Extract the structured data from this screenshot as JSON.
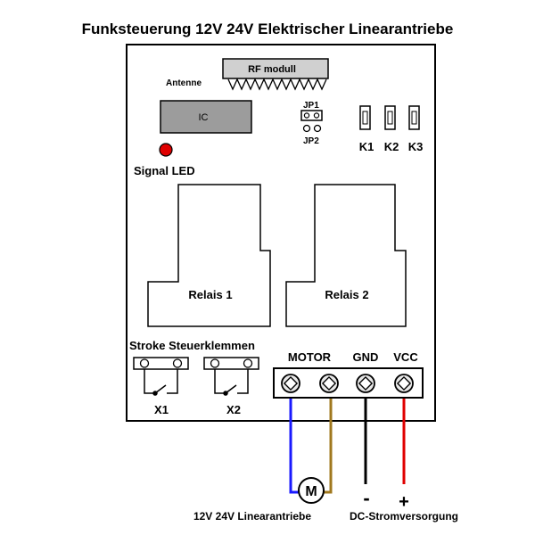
{
  "title": "Funksteuerung 12V 24V Elektrischer Linearantriebe",
  "board": {
    "rf_module_label": "RF modull",
    "antenna_label": "Antenne",
    "ic_label": "IC",
    "jp1_label": "JP1",
    "jp2_label": "JP2",
    "signal_led_label": "Signal LED",
    "buttons": [
      "K1",
      "K2",
      "K3"
    ],
    "relay1_label": "Relais 1",
    "relay2_label": "Relais 2",
    "stroke_label": "Stroke Steuerklemmen",
    "x1_label": "X1",
    "x2_label": "X2",
    "terminal_labels": {
      "motor": "MOTOR",
      "gnd": "GND",
      "vcc": "VCC"
    }
  },
  "motor_symbol": "M",
  "minus_sign": "-",
  "plus_sign": "+",
  "actuator_caption": "12V 24V Linearantriebe",
  "power_caption": "DC-Stromversorgung",
  "colors": {
    "wire_motor_left": "#1a1aff",
    "wire_motor_right": "#a0781e",
    "wire_gnd": "#000000",
    "wire_vcc": "#e00000",
    "rf_module_fill": "#d0d0d0",
    "ic_fill": "#9c9c9c",
    "led_fill": "#e00000",
    "terminal_fill": "#e8e8e8"
  }
}
